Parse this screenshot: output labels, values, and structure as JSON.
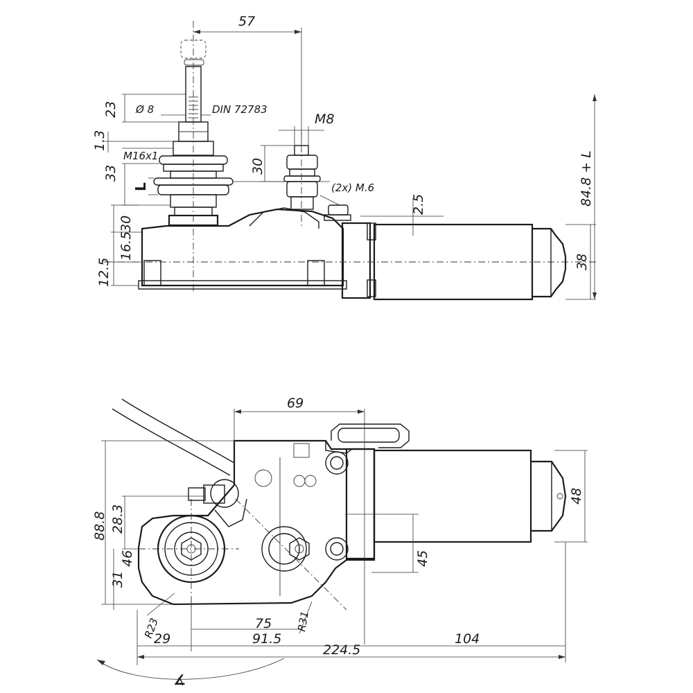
{
  "top_view": {
    "dim_57": "57",
    "dim_diam8": "Ø 8",
    "din_label": "DIN 72783",
    "dim_m8": "M8",
    "dim_23": "23",
    "dim_1_3": "1.3",
    "thread_m16": "M16x1",
    "dim_33": "33",
    "dim_30_nut": "30",
    "label_L": "L",
    "screws_label": "(2x) M.6",
    "dim_2_5": "2.5",
    "dim_30_body": "30",
    "dim_16_5": "16.5",
    "dim_12_5": "12.5",
    "dim_38": "38",
    "dim_total": "84.8 + L"
  },
  "side_view": {
    "dim_69": "69",
    "dim_48": "48",
    "dim_88_8": "88.8",
    "dim_28_3": "28.3",
    "dim_46": "46",
    "dim_31": "31",
    "dim_45": "45",
    "dim_r23": "R23",
    "dim_r31": "R31",
    "dim_75": "75",
    "dim_29": "29",
    "dim_91_5": "91.5",
    "dim_104": "104",
    "dim_224_5": "224.5",
    "angle_symbol": "∡"
  }
}
